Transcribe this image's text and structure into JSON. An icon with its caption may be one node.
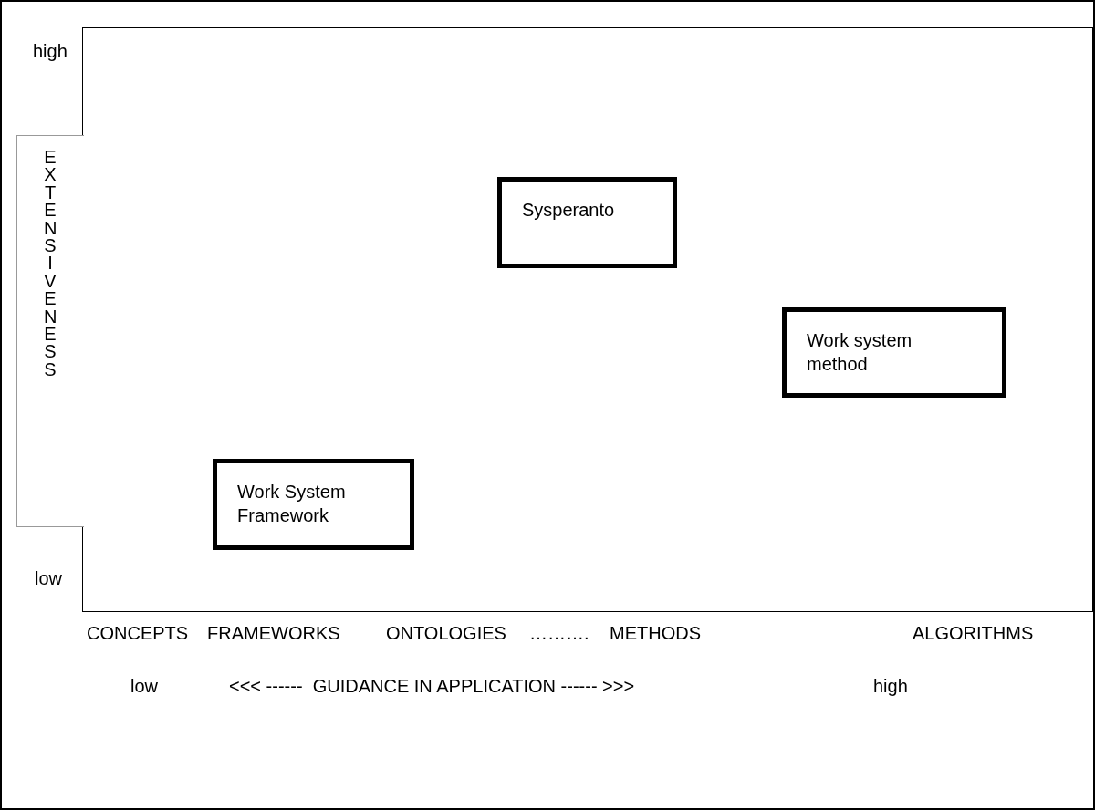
{
  "diagram": {
    "nodes": [
      {
        "text": [
          "Sysperanto"
        ]
      },
      {
        "text": [
          "Work system method"
        ]
      },
      {
        "text": [
          "Work System Framework"
        ]
      }
    ],
    "labels": [
      "high",
      "EXTENSIVENESS",
      "low",
      "CONCEPTS",
      "FRAMEWORKS",
      "ONTOLOGIES",
      "……….",
      "METHODS",
      "ALGORITHMS",
      "low",
      "<<< ------  GUIDANCE IN APPLICATION ------ >>>",
      "high"
    ]
  }
}
